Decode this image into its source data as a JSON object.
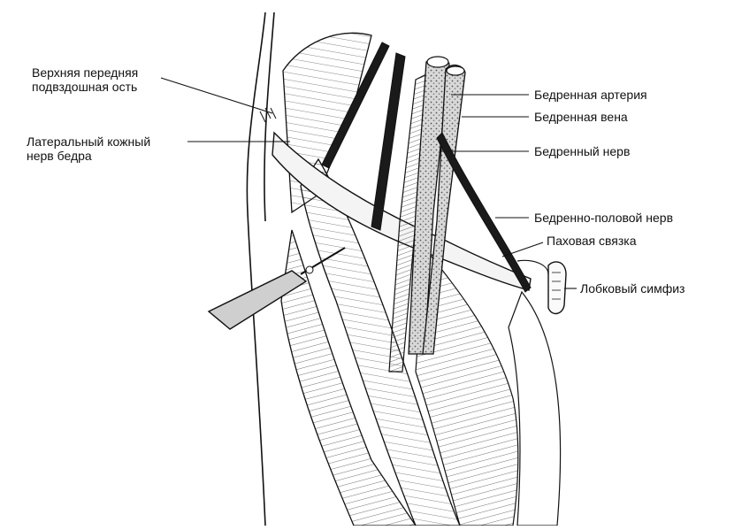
{
  "colors": {
    "ink": "#111111",
    "paper": "#ffffff",
    "shade": "#bdbdbd",
    "dark": "#1a1a1a"
  },
  "labels": {
    "asis_line1": "Верхняя передняя",
    "asis_line2": "подвздошная ость",
    "lcn_line1": "Латеральный кожный",
    "lcn_line2": "нерв бедра",
    "femoral_artery": "Бедренная артерия",
    "femoral_vein": "Бедренная вена",
    "femoral_nerve": "Бедренный нерв",
    "genitofemoral_nerve": "Бедренно-половой нерв",
    "inguinal_ligament": "Паховая связка",
    "pubic_symphysis": "Лобковый симфиз"
  }
}
